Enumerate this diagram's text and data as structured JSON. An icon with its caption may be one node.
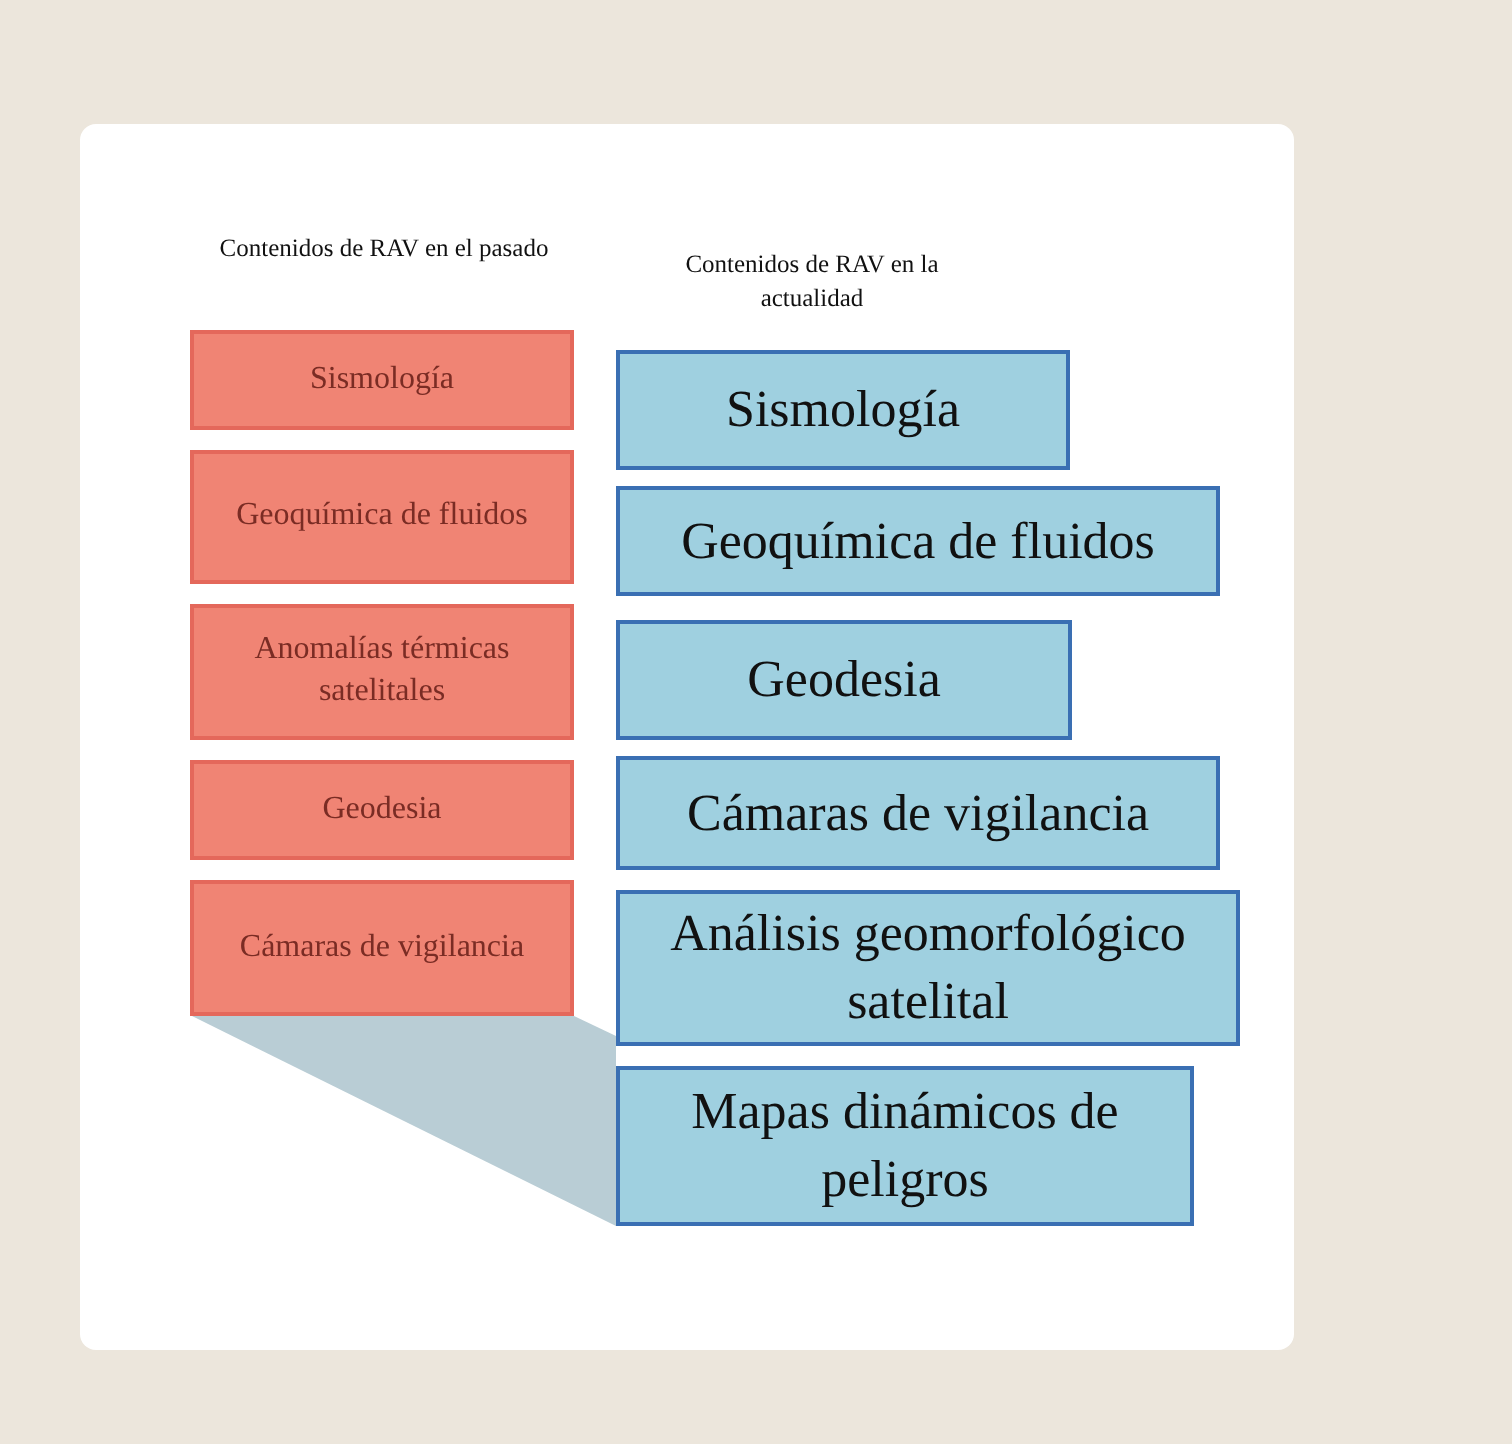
{
  "diagram": {
    "nodes": [
      {
        "text": [
          "Sismología"
        ]
      },
      {
        "text": [
          "Geoquímica de fluidos"
        ]
      },
      {
        "text": [
          "Anomalías térmicas satelitales"
        ]
      },
      {
        "text": [
          "Geodesia"
        ]
      },
      {
        "text": [
          "Cámaras de vigilancia"
        ]
      },
      {
        "text": [
          "Sismología"
        ]
      },
      {
        "text": [
          "Geoquímica de fluidos"
        ]
      },
      {
        "text": [
          "Geodesia"
        ]
      },
      {
        "text": [
          "Cámaras de vigilancia"
        ]
      },
      {
        "text": [
          "Análisis geomorfológico satelital"
        ]
      },
      {
        "text": [
          "Mapas dinámicos de peligros"
        ]
      }
    ],
    "labels": [
      "Contenidos de RAV en el pasado",
      "Contenidos de RAV en la actualidad"
    ]
  }
}
